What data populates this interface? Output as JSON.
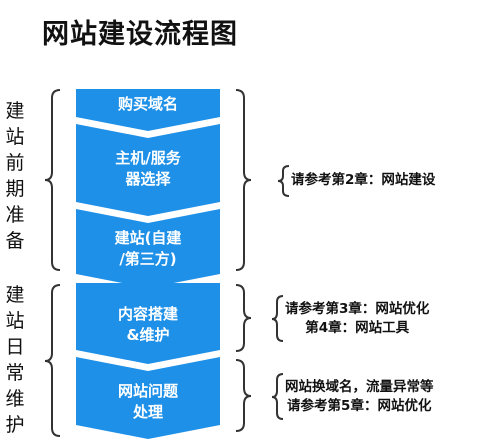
{
  "title": "网站建设流程图",
  "phases": [
    {
      "label": [
        "建",
        "站",
        "前",
        "期",
        "准",
        "备"
      ]
    },
    {
      "label": [
        "建",
        "站",
        "日",
        "常",
        "维",
        "护"
      ]
    }
  ],
  "steps": [
    {
      "lines": [
        "购买域名"
      ]
    },
    {
      "lines": [
        "主机/服务",
        "器选择"
      ]
    },
    {
      "lines": [
        "建站(自建",
        "/第三方)"
      ]
    },
    {
      "lines": [
        "内容搭建",
        "&维护"
      ]
    },
    {
      "lines": [
        "网站问题",
        "处理"
      ]
    }
  ],
  "notes": [
    {
      "lines": [
        "请参考第2章：网站建设"
      ]
    },
    {
      "lines": [
        "请参考第3章：网站优化",
        "第4章：网站工具"
      ]
    },
    {
      "lines": [
        "网站换域名，流量异常等",
        "请参考第5章：网站优化"
      ]
    }
  ],
  "colors": {
    "step_fill": "#1e90e8",
    "bracket": "#333333"
  }
}
